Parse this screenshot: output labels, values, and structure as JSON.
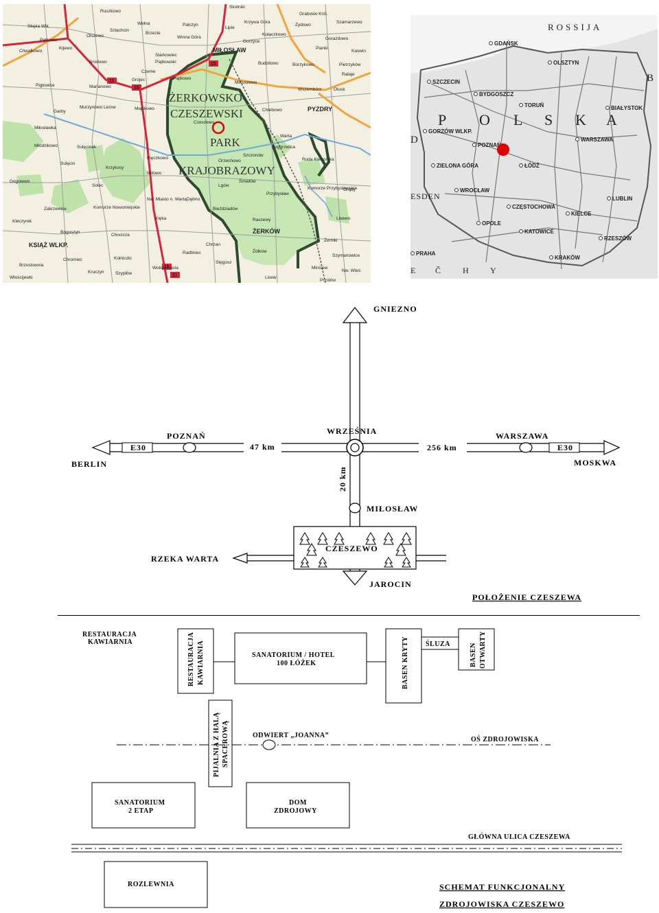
{
  "regional_map": {
    "park_name": [
      "ŻERKOWSKO-",
      "CZESZEWSKI",
      "PARK",
      "KRAJOBRAZOWY"
    ],
    "places": [
      {
        "id": "ruszkowo",
        "label": "Ruszkowo"
      },
      {
        "id": "skotniki",
        "label": "Skotniki"
      },
      {
        "id": "grabowo",
        "label": "Grabowo Król."
      },
      {
        "id": "slupia",
        "label": "Słupia Wlk."
      },
      {
        "id": "szlachcin",
        "label": "Szlachcin"
      },
      {
        "id": "palczyn",
        "label": "Palczyn"
      },
      {
        "id": "lipie",
        "label": "Lipie"
      },
      {
        "id": "krzywa",
        "label": "Krzywa Góra"
      },
      {
        "id": "zydowo",
        "label": "Żydowo"
      },
      {
        "id": "szamarzewo",
        "label": "Szamarzewo"
      },
      {
        "id": "petkowo",
        "label": "Pętkowo"
      },
      {
        "id": "olszewo",
        "label": "Olszewo"
      },
      {
        "id": "brzezie",
        "label": "Brzezie"
      },
      {
        "id": "winna",
        "label": "Winna Góra"
      },
      {
        "id": "gorzyce",
        "label": "Gorzyce"
      },
      {
        "id": "koloczkowo",
        "label": "Kołaczkowo"
      },
      {
        "id": "goradowo",
        "label": "Gorazdowo"
      },
      {
        "id": "chwalkowo",
        "label": "Chwałkowo"
      },
      {
        "id": "kijewo",
        "label": "Kijewo"
      },
      {
        "id": "milos",
        "label": "MIŁOSŁAW"
      },
      {
        "id": "pianki",
        "label": "Pianki"
      },
      {
        "id": "kaswin",
        "label": "Kaswin"
      },
      {
        "id": "brodowo",
        "label": "Brodowo"
      },
      {
        "id": "starkowiec",
        "label": "Starkowiec"
      },
      {
        "id": "plaskowski",
        "label": "Piątkowski"
      },
      {
        "id": "budziszewo",
        "label": "Budziłowo"
      },
      {
        "id": "borzykowo",
        "label": "Borzykowo"
      },
      {
        "id": "pietrzykow",
        "label": "Pietrzyków"
      },
      {
        "id": "ratajе",
        "label": "Rataje"
      },
      {
        "id": "piglowice",
        "label": "Pigłowice"
      },
      {
        "id": "marianowo",
        "label": "Marianowo"
      },
      {
        "id": "czeme",
        "label": "Czeme"
      },
      {
        "id": "piatkowo",
        "label": "Piątkowo"
      },
      {
        "id": "grojec",
        "label": "Grójec"
      },
      {
        "id": "mikuszewo",
        "label": "Mikuszewo"
      },
      {
        "id": "wszembórz",
        "label": "Wszembórz"
      },
      {
        "id": "olusk",
        "label": "Olusk"
      },
      {
        "id": "garby",
        "label": "Garby"
      },
      {
        "id": "murzynowo",
        "label": "Murzynowo Leśne"
      },
      {
        "id": "mlaskowo",
        "label": "Miąskowo"
      },
      {
        "id": "chlebowo",
        "label": "Chlebowo"
      },
      {
        "id": "pyzdry",
        "label": "PYZDRY"
      },
      {
        "id": "miloslawka",
        "label": "Miłosławka"
      },
      {
        "id": "czeszewo",
        "label": "Czeszewo"
      },
      {
        "id": "warta",
        "label": "Warta"
      },
      {
        "id": "mlodzikowo",
        "label": "Młodzikowo"
      },
      {
        "id": "sulecinek",
        "label": "Sulęcinek"
      },
      {
        "id": "pogorzelica",
        "label": "Pogorzelica"
      },
      {
        "id": "sulecin",
        "label": "Sulęcin"
      },
      {
        "id": "krzykosy",
        "label": "Krzykosy"
      },
      {
        "id": "pieczkowo",
        "label": "Pięczkowo"
      },
      {
        "id": "orzechowo",
        "label": "Orzechowo"
      },
      {
        "id": "szczonow",
        "label": "Szczonów"
      },
      {
        "id": "rudakomorska",
        "label": "Ruda Komorska"
      },
      {
        "id": "gogolewo",
        "label": "Gogolewo"
      },
      {
        "id": "witowo",
        "label": "Witowo"
      },
      {
        "id": "smielow",
        "label": "Śmiełów"
      },
      {
        "id": "solec",
        "label": "Solec"
      },
      {
        "id": "lgow",
        "label": "Lgów"
      },
      {
        "id": "przybyslaw",
        "label": "Przybysław"
      },
      {
        "id": "komorze",
        "label": "Komorze Przybysławskie"
      },
      {
        "id": "grady",
        "label": "Grądy"
      },
      {
        "id": "zakrzewice",
        "label": "Zakrzewice"
      },
      {
        "id": "komorzenow",
        "label": "Komorze Nowomiejskie"
      },
      {
        "id": "nwmiasto",
        "label": "Nw. Miasto n. Wartą"
      },
      {
        "id": "dębno",
        "label": "Dębno"
      },
      {
        "id": "biezdziadow",
        "label": "Bieździadów"
      },
      {
        "id": "lisewo",
        "label": "Lisewo"
      },
      {
        "id": "klęka",
        "label": "Klęka"
      },
      {
        "id": "kleczyrek",
        "label": "Kleczyrek"
      },
      {
        "id": "boguszyn",
        "label": "Boguszyn"
      },
      {
        "id": "chocicza",
        "label": "Chocicza"
      },
      {
        "id": "raszewy",
        "label": "Raszewy"
      },
      {
        "id": "zerkow",
        "label": "ŻERKÓW"
      },
      {
        "id": "chrzan",
        "label": "Chrzan"
      },
      {
        "id": "zerniki",
        "label": "Żerniki"
      },
      {
        "id": "ksiaz",
        "label": "KSIĄŻ WLKP."
      },
      {
        "id": "radliniec",
        "label": "Radliniec"
      },
      {
        "id": "zolkow",
        "label": "Żółków"
      },
      {
        "id": "chromiec",
        "label": "Chromiec"
      },
      {
        "id": "kolniczki",
        "label": "Kołniczki"
      },
      {
        "id": "stegosz",
        "label": "Stęgosz"
      },
      {
        "id": "szymanowice",
        "label": "Szymanowice"
      },
      {
        "id": "brzostownia",
        "label": "Brzostownia"
      },
      {
        "id": "kruczyn",
        "label": "Kruczyn"
      },
      {
        "id": "szypłow",
        "label": "Szypłów"
      },
      {
        "id": "wolica",
        "label": "Wolica Pusta"
      },
      {
        "id": "minisew",
        "label": "Minisew"
      },
      {
        "id": "nwwies",
        "label": "Nw. Wieś"
      },
      {
        "id": "wloscijewki",
        "label": "Włościjewki"
      },
      {
        "id": "lisew",
        "label": "Lisew"
      },
      {
        "id": "przolow",
        "label": "Przołów"
      },
      {
        "id": "wilkowa",
        "label": "Wełna"
      }
    ],
    "road_numbers": [
      "11",
      "15",
      "15",
      "11",
      "11"
    ]
  },
  "country_map": {
    "country_letters": [
      "P",
      "O",
      "L",
      "S",
      "K",
      "A"
    ],
    "cities": [
      {
        "id": "gdansk",
        "label": "GDAŃSK"
      },
      {
        "id": "olsztyn",
        "label": "OLSZTYN"
      },
      {
        "id": "szczecin",
        "label": "SZCZECIN"
      },
      {
        "id": "bydgoszcz",
        "label": "BYDGOSZCZ"
      },
      {
        "id": "torun",
        "label": "TORUŃ"
      },
      {
        "id": "bialystok",
        "label": "BIAŁYSTOK"
      },
      {
        "id": "gorzow",
        "label": "GORZÓW WLKP."
      },
      {
        "id": "poznan",
        "label": "POZNAŃ"
      },
      {
        "id": "warszawa",
        "label": "WARSZAWA"
      },
      {
        "id": "zielona",
        "label": "ZIELONA GÓRA"
      },
      {
        "id": "lodz",
        "label": "ŁÓDŹ"
      },
      {
        "id": "wroclaw",
        "label": "WROCŁAW"
      },
      {
        "id": "lublin",
        "label": "LUBLIN"
      },
      {
        "id": "czestochowa",
        "label": "CZĘSTOCHOWA"
      },
      {
        "id": "kielce",
        "label": "KIELCE"
      },
      {
        "id": "opole",
        "label": "OPOLE"
      },
      {
        "id": "katowice",
        "label": "KATOWICE"
      },
      {
        "id": "rzeszow",
        "label": "RZESZÓW"
      },
      {
        "id": "krakow",
        "label": "KRAKÓW"
      },
      {
        "id": "praha",
        "label": "PRAHA"
      }
    ],
    "neighbors": [
      "ROSSIJA",
      "B",
      "D",
      "ESDEN",
      "E",
      "Č",
      "H",
      "Y"
    ]
  },
  "location_scheme": {
    "title": "POŁOŻENIE CZESZEWA",
    "north": "GNIEZNO",
    "poznan": "POZNAŃ",
    "wrzesnia": "WRZEŚNIA",
    "warszawa": "WARSZAWA",
    "e30_left": "E30",
    "e30_right": "E30",
    "berlin": "BERLIN",
    "moskwa": "MOSKWA",
    "dist_poznan": "47 km",
    "dist_warszawa": "256 km",
    "dist_south": "20 km",
    "miloslaw": "MIŁOSŁAW",
    "czeszewo": "CZESZEWO",
    "river": "RZEKA WARTA",
    "south": "JAROCIN"
  },
  "functional_scheme": {
    "title_line1": "SCHEMAT FUNKCJONALNY",
    "title_line2": "ZDROJOWISKA CZESZEWO",
    "restaurant_label_1": "RESTAURACJA",
    "restaurant_label_2": "KAWIARNIA",
    "restaurant_box_1": "RESTAURACJA",
    "restaurant_box_2": "KAWIARNIA",
    "sanatorium_1": "SANATORIUM / HOTEL",
    "sanatorium_2": "100 ŁÓŻEK",
    "basen_kryty": "BASEN KRYTY",
    "sluza": "ŚLUZA",
    "basen_otwarty_1": "BASEN",
    "basen_otwarty_2": "OTWARTY",
    "pijalnia_1": "PIJALNIA Z HALĄ",
    "pijalnia_2": "SPACEROWĄ",
    "odwiert": "ODWIERT „JOANNA”",
    "os": "OŚ ZDROJOWISKA",
    "sanatorium2_1": "SANATORIUM",
    "sanatorium2_2": "2 ETAP",
    "dom_1": "DOM",
    "dom_2": "ZDROJOWY",
    "ulica": "GŁÓWNA ULICA CZESZEWA",
    "rozlewnia": "ROZLEWNIA"
  },
  "colors": {
    "park": "#c7e4b8",
    "park_border": "#2e4a2e",
    "road_main": "#d6243b",
    "road_orange": "#f2a33a",
    "marker": "#e00000"
  }
}
